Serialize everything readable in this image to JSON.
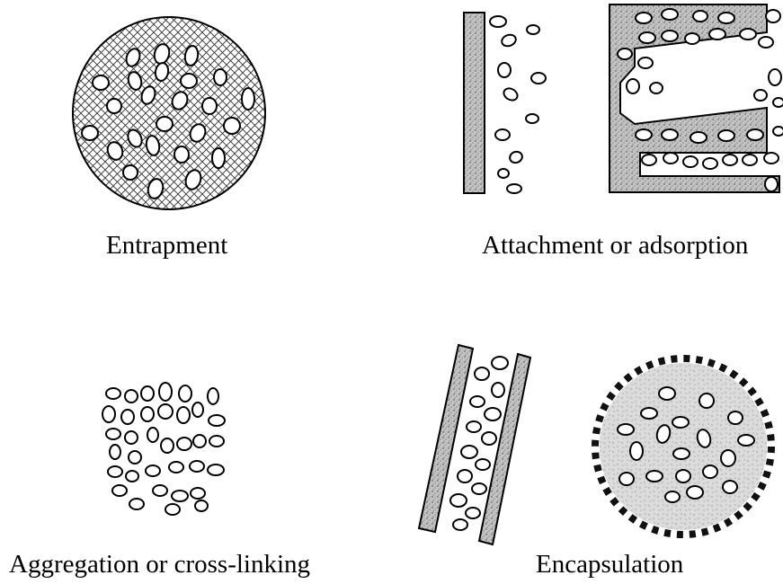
{
  "labels": {
    "entrapment": "Entrapment",
    "attachment": "Attachment or adsorption",
    "aggregation": "Aggregation or cross-linking",
    "encapsulation": "Encapsulation"
  },
  "colors": {
    "ink": "#000000",
    "background": "#ffffff",
    "matrix_fill": "#bdbdbd",
    "capsule_fill": "#d9d9d9"
  }
}
